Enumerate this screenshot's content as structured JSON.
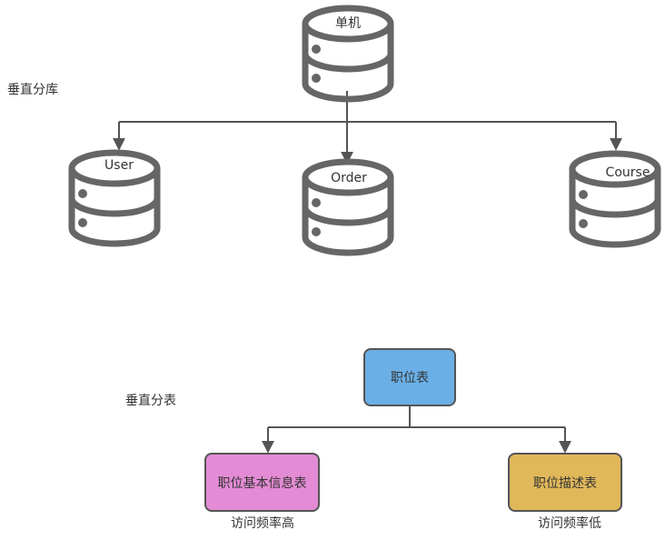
{
  "colors": {
    "stroke": "#555555",
    "db_icon": "#666666",
    "box_blue": "#6aafe6",
    "box_pink": "#e38bd4",
    "box_yellow": "#e0b85a"
  },
  "vertical_db": {
    "label": "垂直分库",
    "source": {
      "label": "单机",
      "icon": "database-icon"
    },
    "targets": [
      {
        "label": "User",
        "icon": "database-icon"
      },
      {
        "label": "Order",
        "icon": "database-icon"
      },
      {
        "label": "Course",
        "icon": "database-icon"
      }
    ]
  },
  "vertical_table": {
    "label": "垂直分表",
    "source": {
      "label": "职位表"
    },
    "targets": [
      {
        "label": "职位基本信息表",
        "caption": "访问频率高"
      },
      {
        "label": "职位描述表",
        "caption": "访问频率低"
      }
    ]
  }
}
